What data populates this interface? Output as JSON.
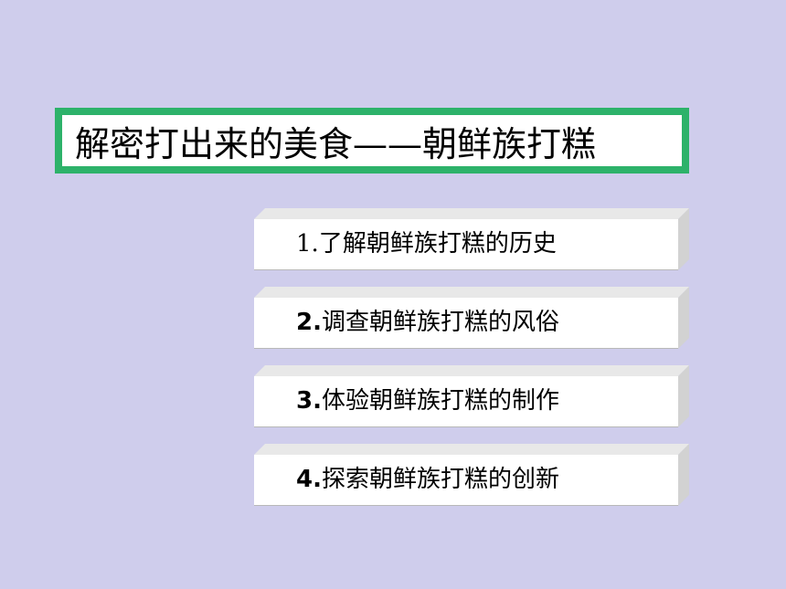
{
  "slide": {
    "title": "解密打出来的美食——朝鲜族打糕",
    "items": [
      {
        "num": "1.",
        "text": "了解朝鲜族打糕的历史"
      },
      {
        "num": "2.",
        "text": "调查朝鲜族打糕的风俗"
      },
      {
        "num": "3.",
        "text": "体验朝鲜族打糕的制作"
      },
      {
        "num": "4.",
        "text": "探索朝鲜族打糕的创新"
      }
    ]
  },
  "colors": {
    "background": "#cfcdec",
    "title_border": "#2db26a",
    "item_face": "#ffffff",
    "item_bevel": "#d9d9d9"
  }
}
